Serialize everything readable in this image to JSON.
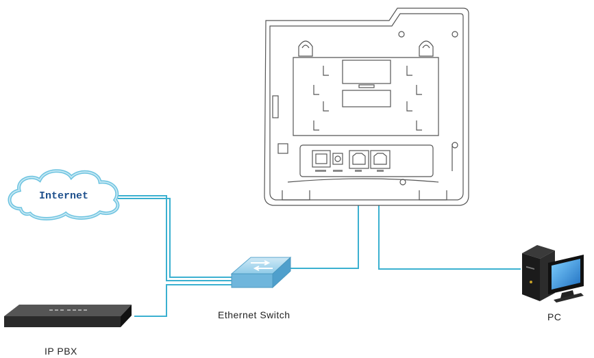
{
  "labels": {
    "internet": "Internet",
    "switch": "Ethernet Switch",
    "pbx": "IP PBX",
    "pc": "PC"
  },
  "colors": {
    "cable": "#3ab0d0",
    "outline": "#555555",
    "cloud_fill": "#ffffff",
    "cloud_stroke": "#6cc3e0",
    "switch_fill": "#8fcbe8",
    "pbx_fill": "#2a2a2a",
    "pc_fill": "#1b1b1b",
    "screen_fill": "#2f8fd8"
  },
  "icons": {
    "cloud": "cloud-icon",
    "switch": "network-switch-icon",
    "pbx": "ip-pbx-device-icon",
    "pc": "desktop-pc-icon",
    "phone": "ip-phone-back-panel"
  }
}
